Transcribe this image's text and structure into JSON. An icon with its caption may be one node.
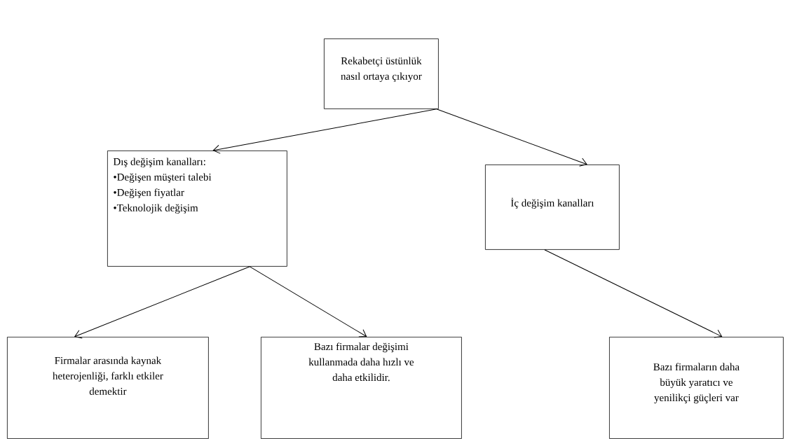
{
  "diagram": {
    "nodes": [
      {
        "text": [
          "Rekabetçi üstünlük nasıl ortaya çıkıyor"
        ]
      },
      {
        "text": [
          "Dış değişim kanalları:",
          "•Değişen müşteri talebi",
          "•Değişen fiyatlar",
          "•Teknolojik değişim"
        ]
      },
      {
        "text": [
          "İç değişim kanalları"
        ]
      },
      {
        "text": [
          "Firmalar arasında kaynak heterojenliği, farklı etkiler demektir"
        ]
      },
      {
        "text": [
          "Bazı firmalar değişimi kullanmada daha hızlı ve daha etkilidir."
        ]
      },
      {
        "text": [
          "Bazı firmaların daha büyük yaratıcı ve yenilikçi güçleri var"
        ]
      }
    ],
    "edges": [
      {
        "from": 0,
        "to": 1,
        "arrow": "to"
      },
      {
        "from": 0,
        "to": 2,
        "arrow": "to"
      },
      {
        "from": 1,
        "to": 3,
        "arrow": "to"
      },
      {
        "from": 1,
        "to": 4,
        "arrow": "to"
      },
      {
        "from": 2,
        "to": 5,
        "arrow": "to"
      }
    ]
  }
}
